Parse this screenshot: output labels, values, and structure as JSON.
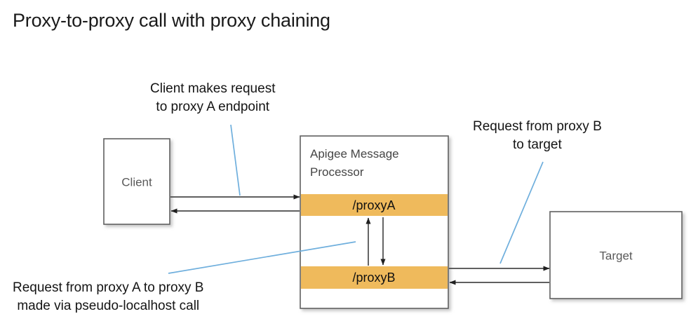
{
  "title": "Proxy-to-proxy call with proxy chaining",
  "nodes": {
    "client": {
      "label": "Client"
    },
    "message_processor": {
      "title_line1": "Apigee Message",
      "title_line2": "Processor",
      "proxy_a": "/proxyA",
      "proxy_b": "/proxyB"
    },
    "target": {
      "label": "Target"
    }
  },
  "annotations": {
    "client_request": {
      "line1": "Client makes request",
      "line2": "to proxy A endpoint"
    },
    "target_request": {
      "line1": "Request from proxy B",
      "line2": "to target"
    },
    "chain_request": {
      "line1": "Request from proxy A to proxy B",
      "line2": "made via pseudo-localhost call"
    }
  },
  "colors": {
    "band": "#efba5c",
    "leader": "#6fafdd",
    "box_stroke": "#606060",
    "arrow": "#4a4a4a",
    "node_text": "#595959",
    "title_text": "#1a1a1a"
  },
  "flows": [
    {
      "name": "client-to-proxya",
      "from": "client",
      "to": "proxyA",
      "direction": "right"
    },
    {
      "name": "proxya-to-client",
      "from": "proxyA",
      "to": "client",
      "direction": "left"
    },
    {
      "name": "proxya-to-proxyb",
      "from": "proxyA",
      "to": "proxyB",
      "direction": "down"
    },
    {
      "name": "proxyb-to-proxya",
      "from": "proxyB",
      "to": "proxyA",
      "direction": "up"
    },
    {
      "name": "proxyb-to-target",
      "from": "proxyB",
      "to": "target",
      "direction": "right"
    },
    {
      "name": "target-to-proxyb",
      "from": "target",
      "to": "proxyB",
      "direction": "left"
    }
  ]
}
